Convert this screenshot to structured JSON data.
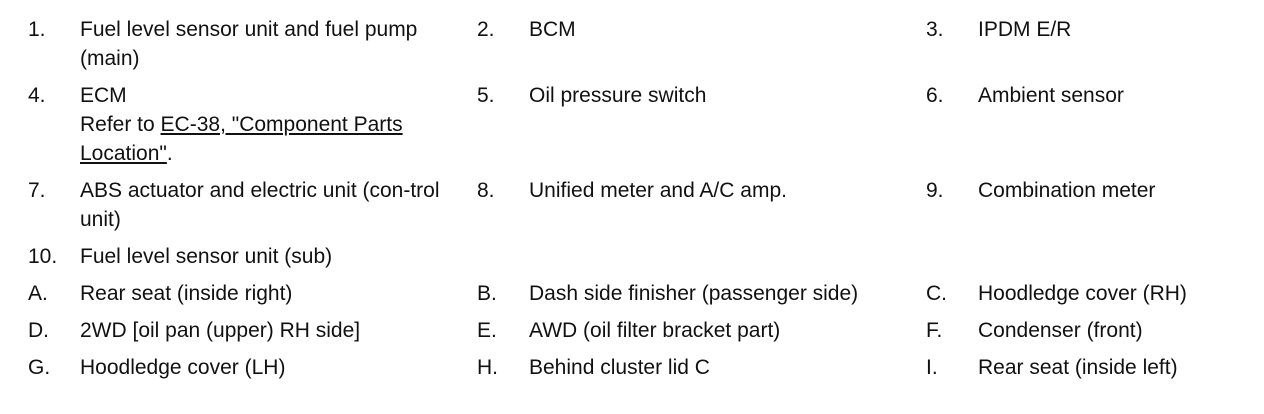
{
  "rows": [
    [
      {
        "num": "1.",
        "text": "Fuel level sensor unit and fuel pump (main)"
      },
      {
        "num": "2.",
        "text": "BCM"
      },
      {
        "num": "3.",
        "text": "IPDM E/R"
      }
    ],
    [
      {
        "num": "4.",
        "text": "ECM",
        "ref_prefix": "Refer to ",
        "ref_link": "EC-38, \"Component Parts Location\"",
        "ref_suffix": "."
      },
      {
        "num": "5.",
        "text": "Oil pressure switch"
      },
      {
        "num": "6.",
        "text": "Ambient sensor"
      }
    ],
    [
      {
        "num": "7.",
        "text": "ABS actuator and electric unit (con-trol unit)"
      },
      {
        "num": "8.",
        "text": "Unified meter and A/C amp."
      },
      {
        "num": "9.",
        "text": "Combination meter"
      }
    ],
    [
      {
        "num": "10.",
        "text": "Fuel level sensor unit (sub)"
      }
    ],
    [
      {
        "num": "A.",
        "text": "Rear seat (inside right)"
      },
      {
        "num": "B.",
        "text": "Dash side finisher (passenger side)"
      },
      {
        "num": "C.",
        "text": "Hoodledge cover (RH)"
      }
    ],
    [
      {
        "num": "D.",
        "text": "2WD [oil pan (upper) RH side]"
      },
      {
        "num": "E.",
        "text": "AWD (oil filter bracket part)"
      },
      {
        "num": "F.",
        "text": "Condenser (front)"
      }
    ],
    [
      {
        "num": "G.",
        "text": "Hoodledge cover (LH)"
      },
      {
        "num": "H.",
        "text": "Behind cluster lid C"
      },
      {
        "num": "I.",
        "text": "Rear seat (inside left)"
      }
    ]
  ]
}
